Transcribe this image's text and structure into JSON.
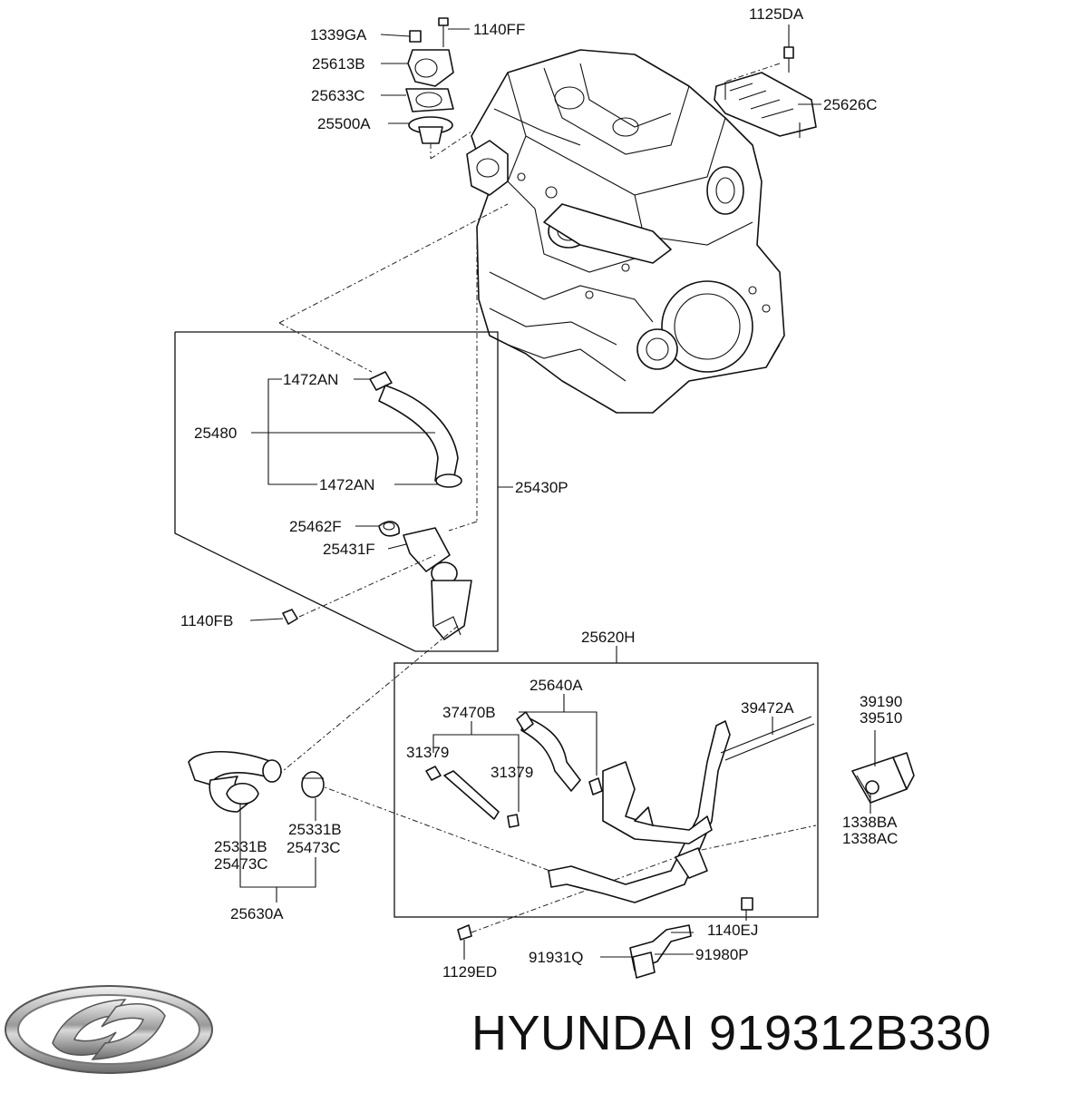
{
  "footer": {
    "brand": "HYUNDAI",
    "part_number": "919312B330"
  },
  "logo": {
    "icon": "hyundai-logo-icon"
  },
  "labels": {
    "l1339GA": "1339GA",
    "l1140FF": "1140FF",
    "l1125DA": "1125DA",
    "l25613B": "25613B",
    "l25633C": "25633C",
    "l25500A": "25500A",
    "l25626C": "25626C",
    "l1472AN_top": "1472AN",
    "l25480": "25480",
    "l1472AN_bot": "1472AN",
    "l25430P": "25430P",
    "l25462F": "25462F",
    "l25431F": "25431F",
    "l1140FB": "1140FB",
    "l25620H": "25620H",
    "l25640A": "25640A",
    "l37470B": "37470B",
    "l39472A": "39472A",
    "l39190": "39190",
    "l39510": "39510",
    "l31379a": "31379",
    "l31379b": "31379",
    "l25331B_l": "25331B",
    "l25473C_l": "25473C",
    "l25331B_r": "25331B",
    "l25473C_r": "25473C",
    "l25630A": "25630A",
    "l1338BA": "1338BA",
    "l1338AC": "1338AC",
    "l1140EJ": "1140EJ",
    "l1129ED": "1129ED",
    "l91931Q": "91931Q",
    "l91980P": "91980P"
  }
}
